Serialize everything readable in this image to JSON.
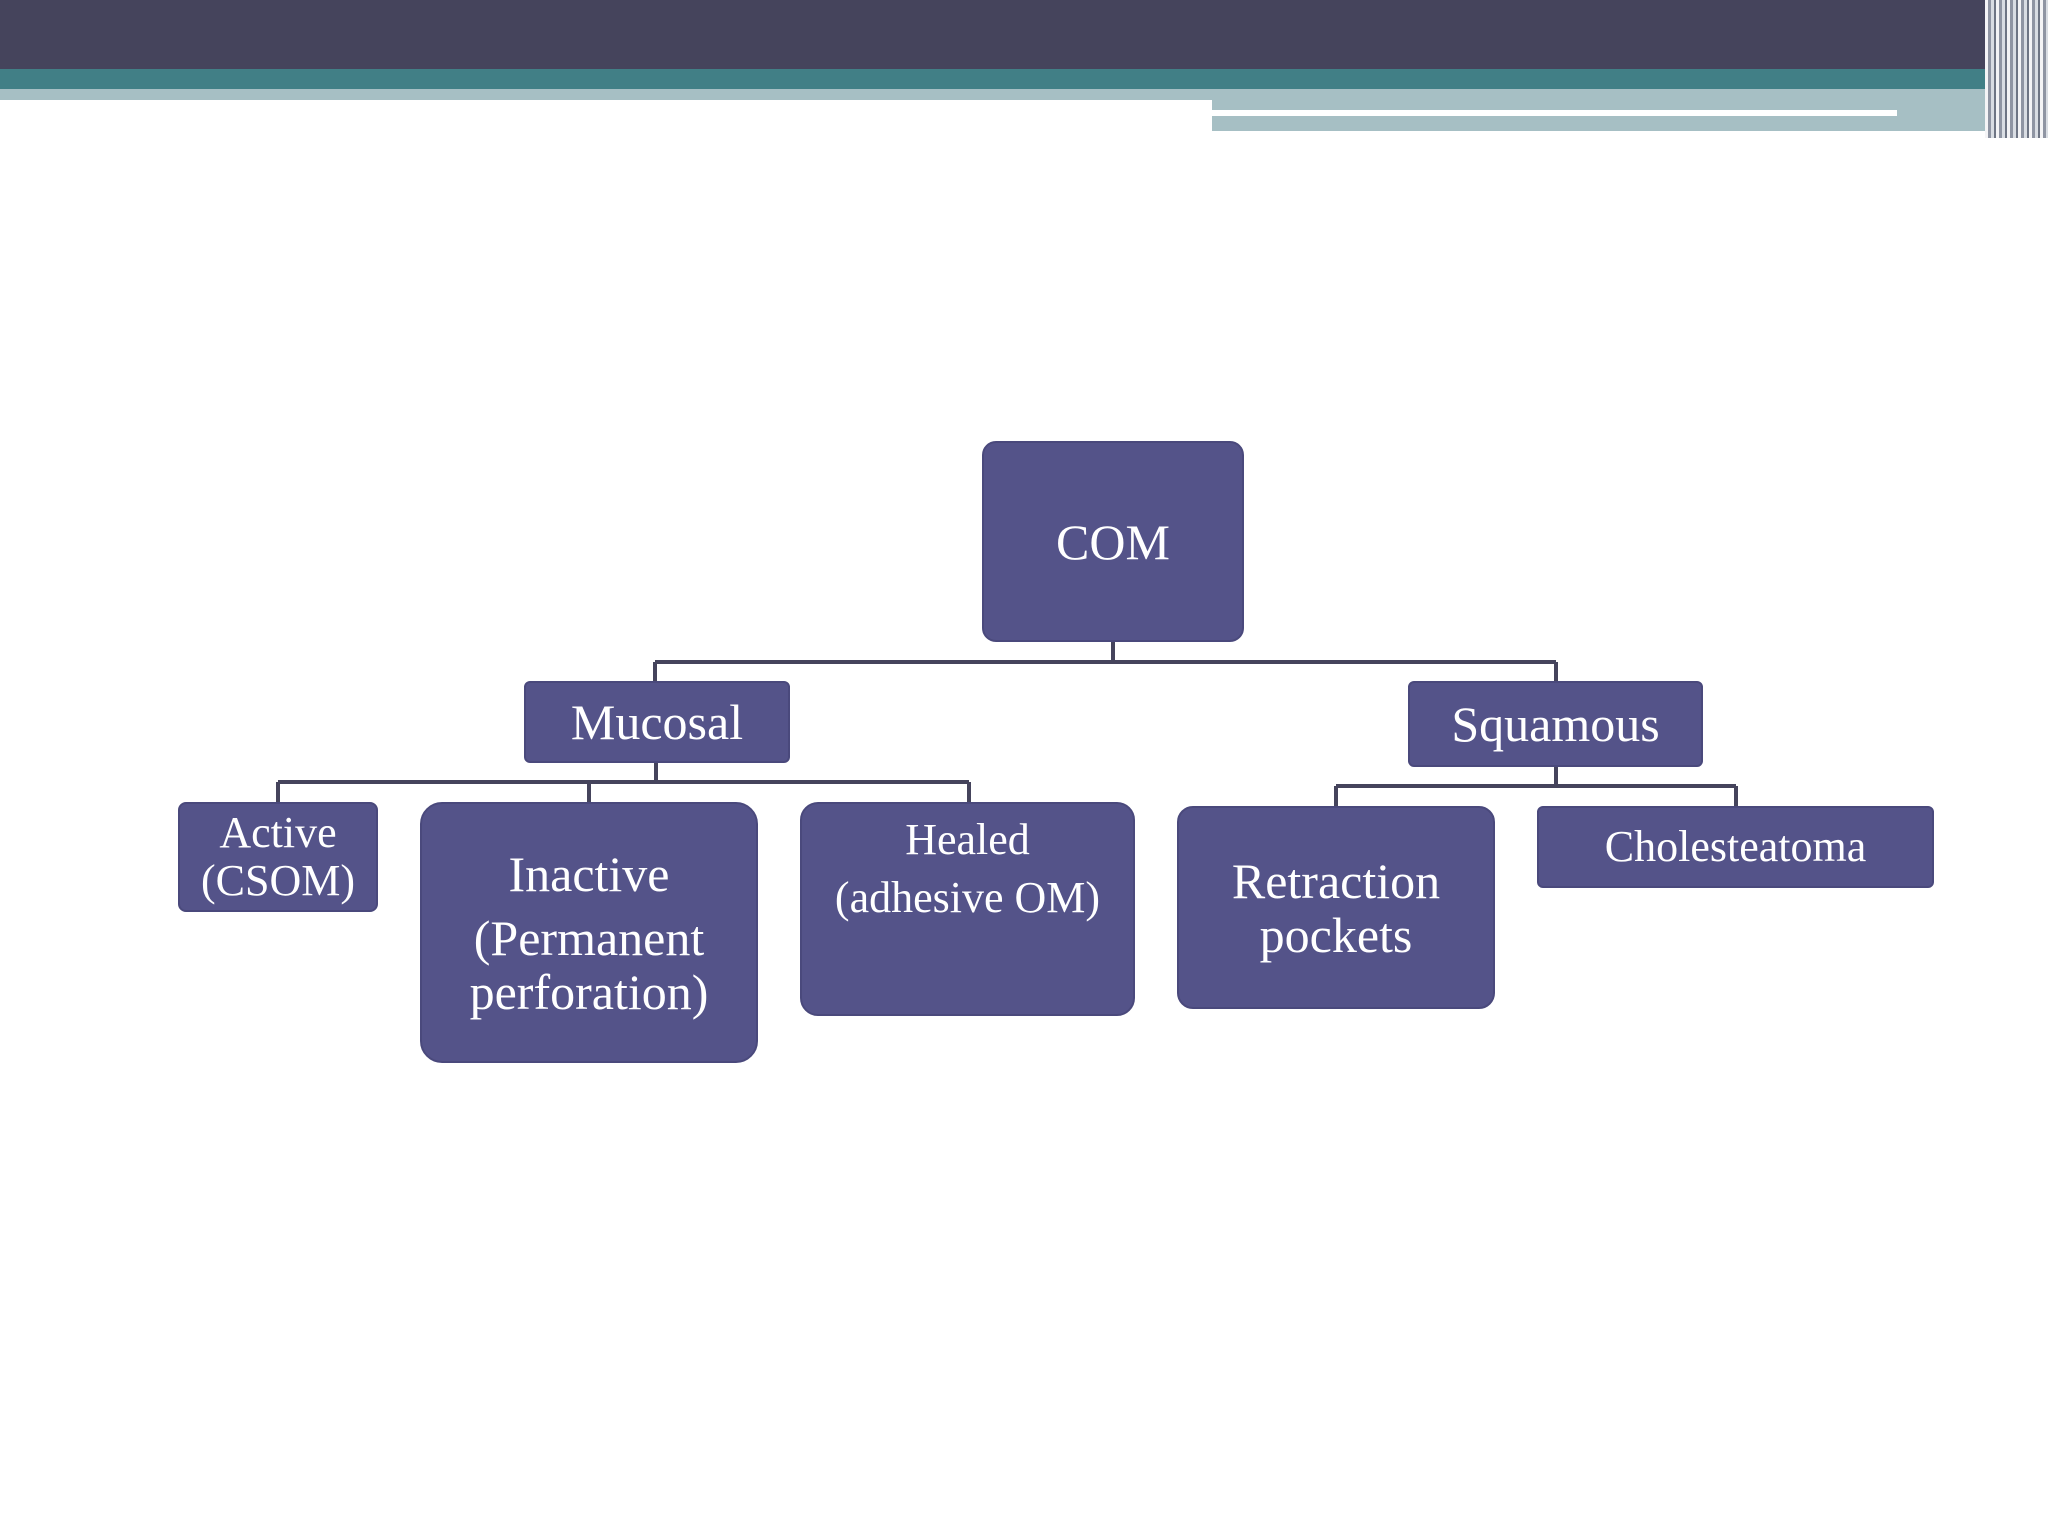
{
  "diagram": {
    "root": {
      "label": "COM"
    },
    "mucosal": {
      "label": "Mucosal",
      "children": {
        "active": {
          "line1": "Active",
          "line2": "(CSOM)"
        },
        "inactive": {
          "line1": "Inactive",
          "line2": "(Permanent",
          "line3": "perforation)"
        },
        "healed": {
          "line1": "Healed",
          "line2": "(adhesive OM)"
        }
      }
    },
    "squamous": {
      "label": "Squamous",
      "children": {
        "retraction": {
          "line1": "Retraction",
          "line2": "pockets"
        },
        "cholesteatoma": {
          "label": "Cholesteatoma"
        }
      }
    }
  },
  "colors": {
    "node_fill": "#545389",
    "connector": "#45445c",
    "header_dark": "#45445c",
    "header_teal": "#417f86",
    "header_light": "#a6bfc4"
  }
}
